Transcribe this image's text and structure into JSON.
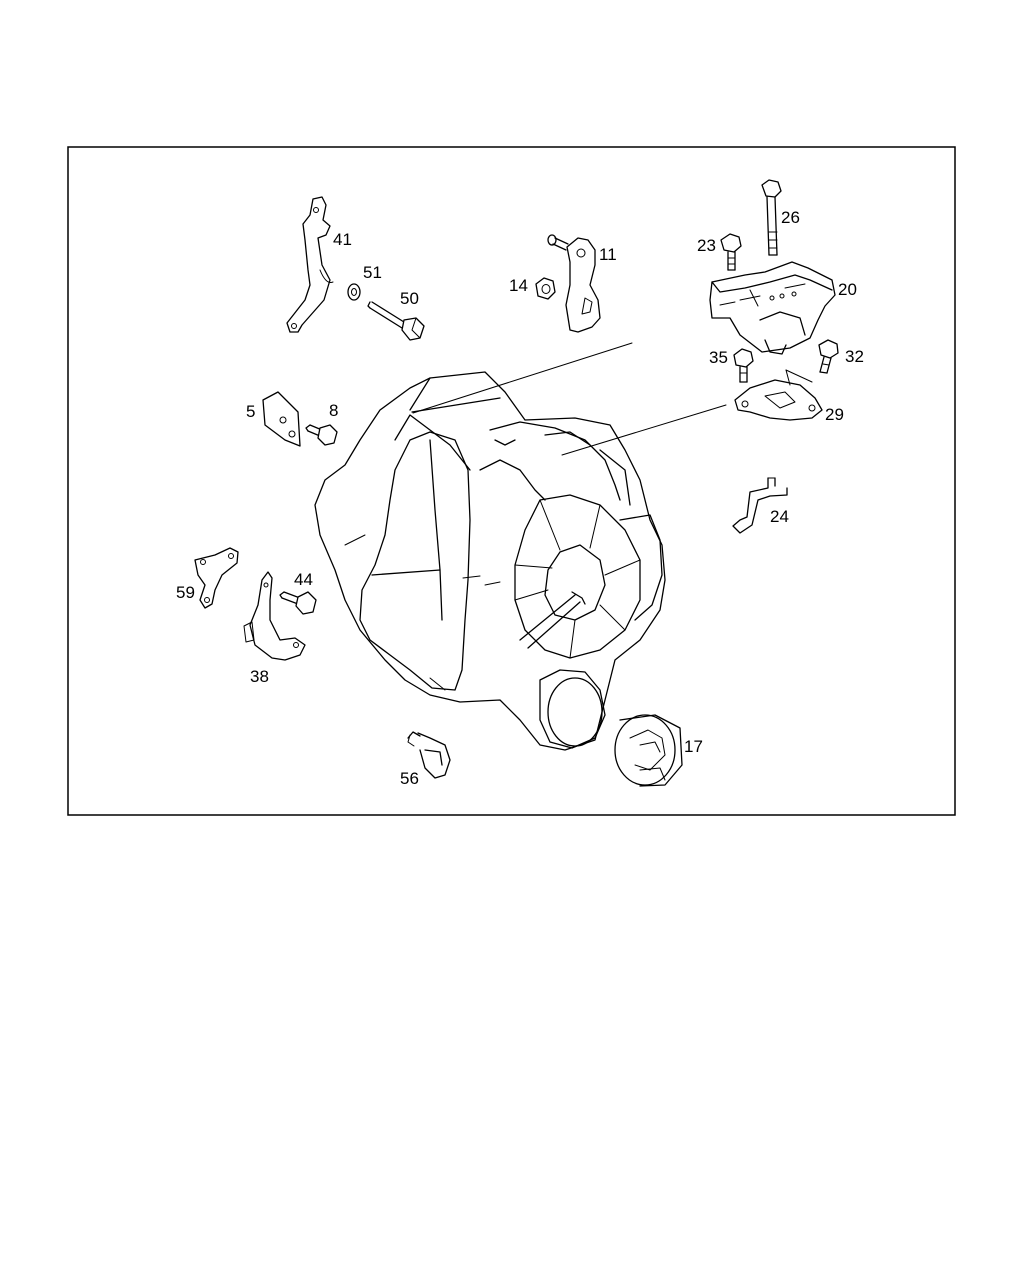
{
  "diagram": {
    "callouts": {
      "p41": "41",
      "p51": "51",
      "p50": "50",
      "p11": "11",
      "p14": "14",
      "p26": "26",
      "p23": "23",
      "p20": "20",
      "p35": "35",
      "p32": "32",
      "p29": "29",
      "p5": "5",
      "p8": "8",
      "p24": "24",
      "p44": "44",
      "p59": "59",
      "p38": "38",
      "p17": "17",
      "p56": "56"
    }
  }
}
